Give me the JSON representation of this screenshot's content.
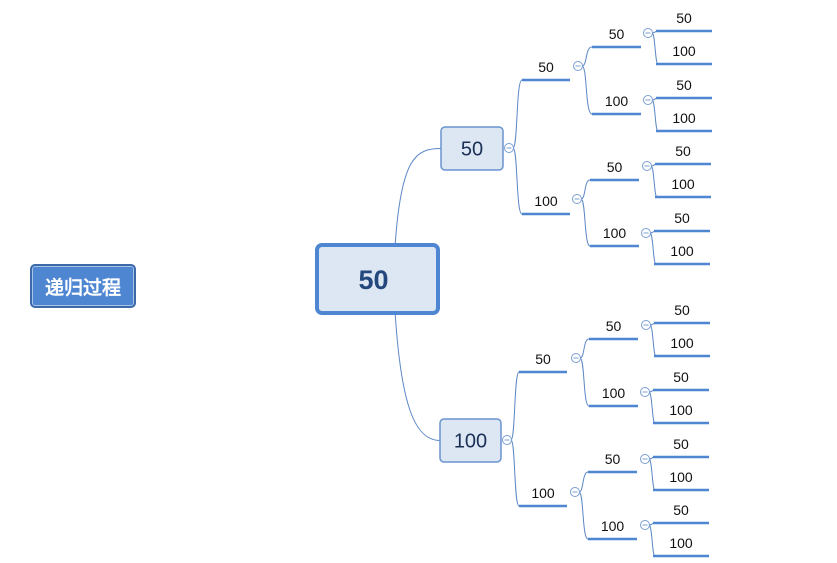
{
  "title": "递归过程",
  "tree": {
    "label": "50",
    "children": [
      {
        "label": "50",
        "children": [
          {
            "label": "50",
            "children": [
              {
                "label": "50",
                "children": [
                  {
                    "label": "50"
                  },
                  {
                    "label": "100"
                  }
                ]
              },
              {
                "label": "100",
                "children": [
                  {
                    "label": "50"
                  },
                  {
                    "label": "100"
                  }
                ]
              }
            ]
          },
          {
            "label": "100",
            "children": [
              {
                "label": "50",
                "children": [
                  {
                    "label": "50"
                  },
                  {
                    "label": "100"
                  }
                ]
              },
              {
                "label": "100",
                "children": [
                  {
                    "label": "50"
                  },
                  {
                    "label": "100"
                  }
                ]
              }
            ]
          }
        ]
      },
      {
        "label": "100",
        "children": [
          {
            "label": "50",
            "children": [
              {
                "label": "50",
                "children": [
                  {
                    "label": "50"
                  },
                  {
                    "label": "100"
                  }
                ]
              },
              {
                "label": "100",
                "children": [
                  {
                    "label": "50"
                  },
                  {
                    "label": "100"
                  }
                ]
              }
            ]
          },
          {
            "label": "100",
            "children": [
              {
                "label": "50",
                "children": [
                  {
                    "label": "50"
                  },
                  {
                    "label": "100"
                  }
                ]
              },
              {
                "label": "100",
                "children": [
                  {
                    "label": "50"
                  },
                  {
                    "label": "100"
                  }
                ]
              }
            ]
          }
        ]
      }
    ]
  },
  "colors": {
    "accent": "#4f86d2",
    "node_fill": "#dde7f4",
    "line": "#5b87c6"
  }
}
